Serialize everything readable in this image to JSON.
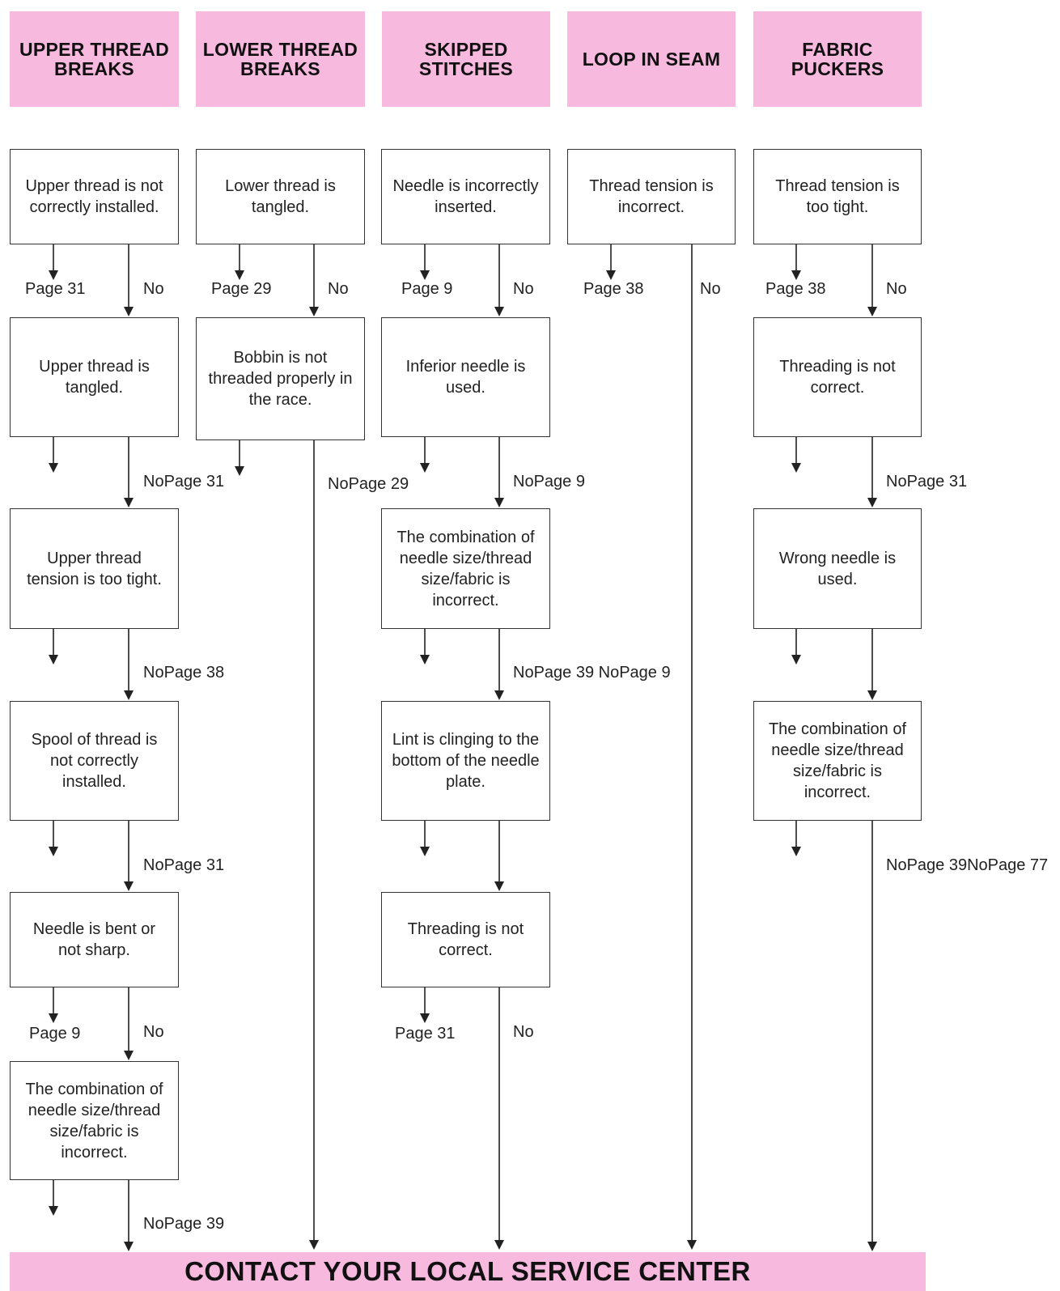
{
  "columns": [
    {
      "header": "UPPER THREAD\nBREAKS",
      "boxes": [
        "Upper thread is not\ncorrectly installed.",
        "Upper thread is\ntangled.",
        "Upper thread\ntension is too tight.",
        "Spool of thread is\nnot correctly\ninstalled.",
        "Needle is bent or\nnot sharp.",
        "The combination of\nneedle size/thread\nsize/fabric is\nincorrect."
      ]
    },
    {
      "header": "LOWER THREAD\nBREAKS",
      "boxes": [
        "Lower thread is\ntangled.",
        "Bobbin is not\nthreaded properly in\nthe race."
      ]
    },
    {
      "header": "SKIPPED\nSTITCHES",
      "boxes": [
        "Needle is incorrectly\ninserted.",
        "Inferior needle is\nused.",
        "The combination of\nneedle size/thread\nsize/fabric  is\nincorrect.",
        "Lint is clinging to the\nbottom of the needle\nplate.",
        "Threading is not\ncorrect."
      ]
    },
    {
      "header": "LOOP IN SEAM",
      "boxes": [
        "Thread tension is\nincorrect."
      ]
    },
    {
      "header": "FABRIC\nPUCKERS",
      "boxes": [
        "Thread tension is\ntoo tight.",
        "Threading is not\ncorrect.",
        "Wrong needle is\nused.",
        "The combination of\nneedle size/thread\nsize/fabric  is\nincorrect."
      ]
    }
  ],
  "labels": {
    "c0_page31": "Page 31",
    "c0_no1": "No",
    "c1_page29": "Page 29",
    "c1_no1": "No",
    "c2_page9": "Page 9",
    "c2_no1": "No",
    "c3_page38": "Page 38",
    "c3_no1": "No",
    "c4_page38": "Page 38",
    "c4_no1": "No",
    "c0_row2": "NoPage 31",
    "c1_row2": "NoPage 29",
    "c2_row2": "NoPage 9",
    "c4_row2": "NoPage 31",
    "c0_row3": "NoPage 38",
    "c2_row3": "NoPage 39 NoPage 9",
    "c0_row4": "NoPage 31",
    "c4_row4": "NoPage 39NoPage 77",
    "c0_page9": "Page 9",
    "c0_no5": "No",
    "c2_page31": "Page 31",
    "c2_no5": "No",
    "c0_row6": "NoPage 39"
  },
  "footer": "CONTACT YOUR LOCAL SERVICE CENTER",
  "colors": {
    "header_fill": "#f8b9df",
    "line": "#222222"
  }
}
